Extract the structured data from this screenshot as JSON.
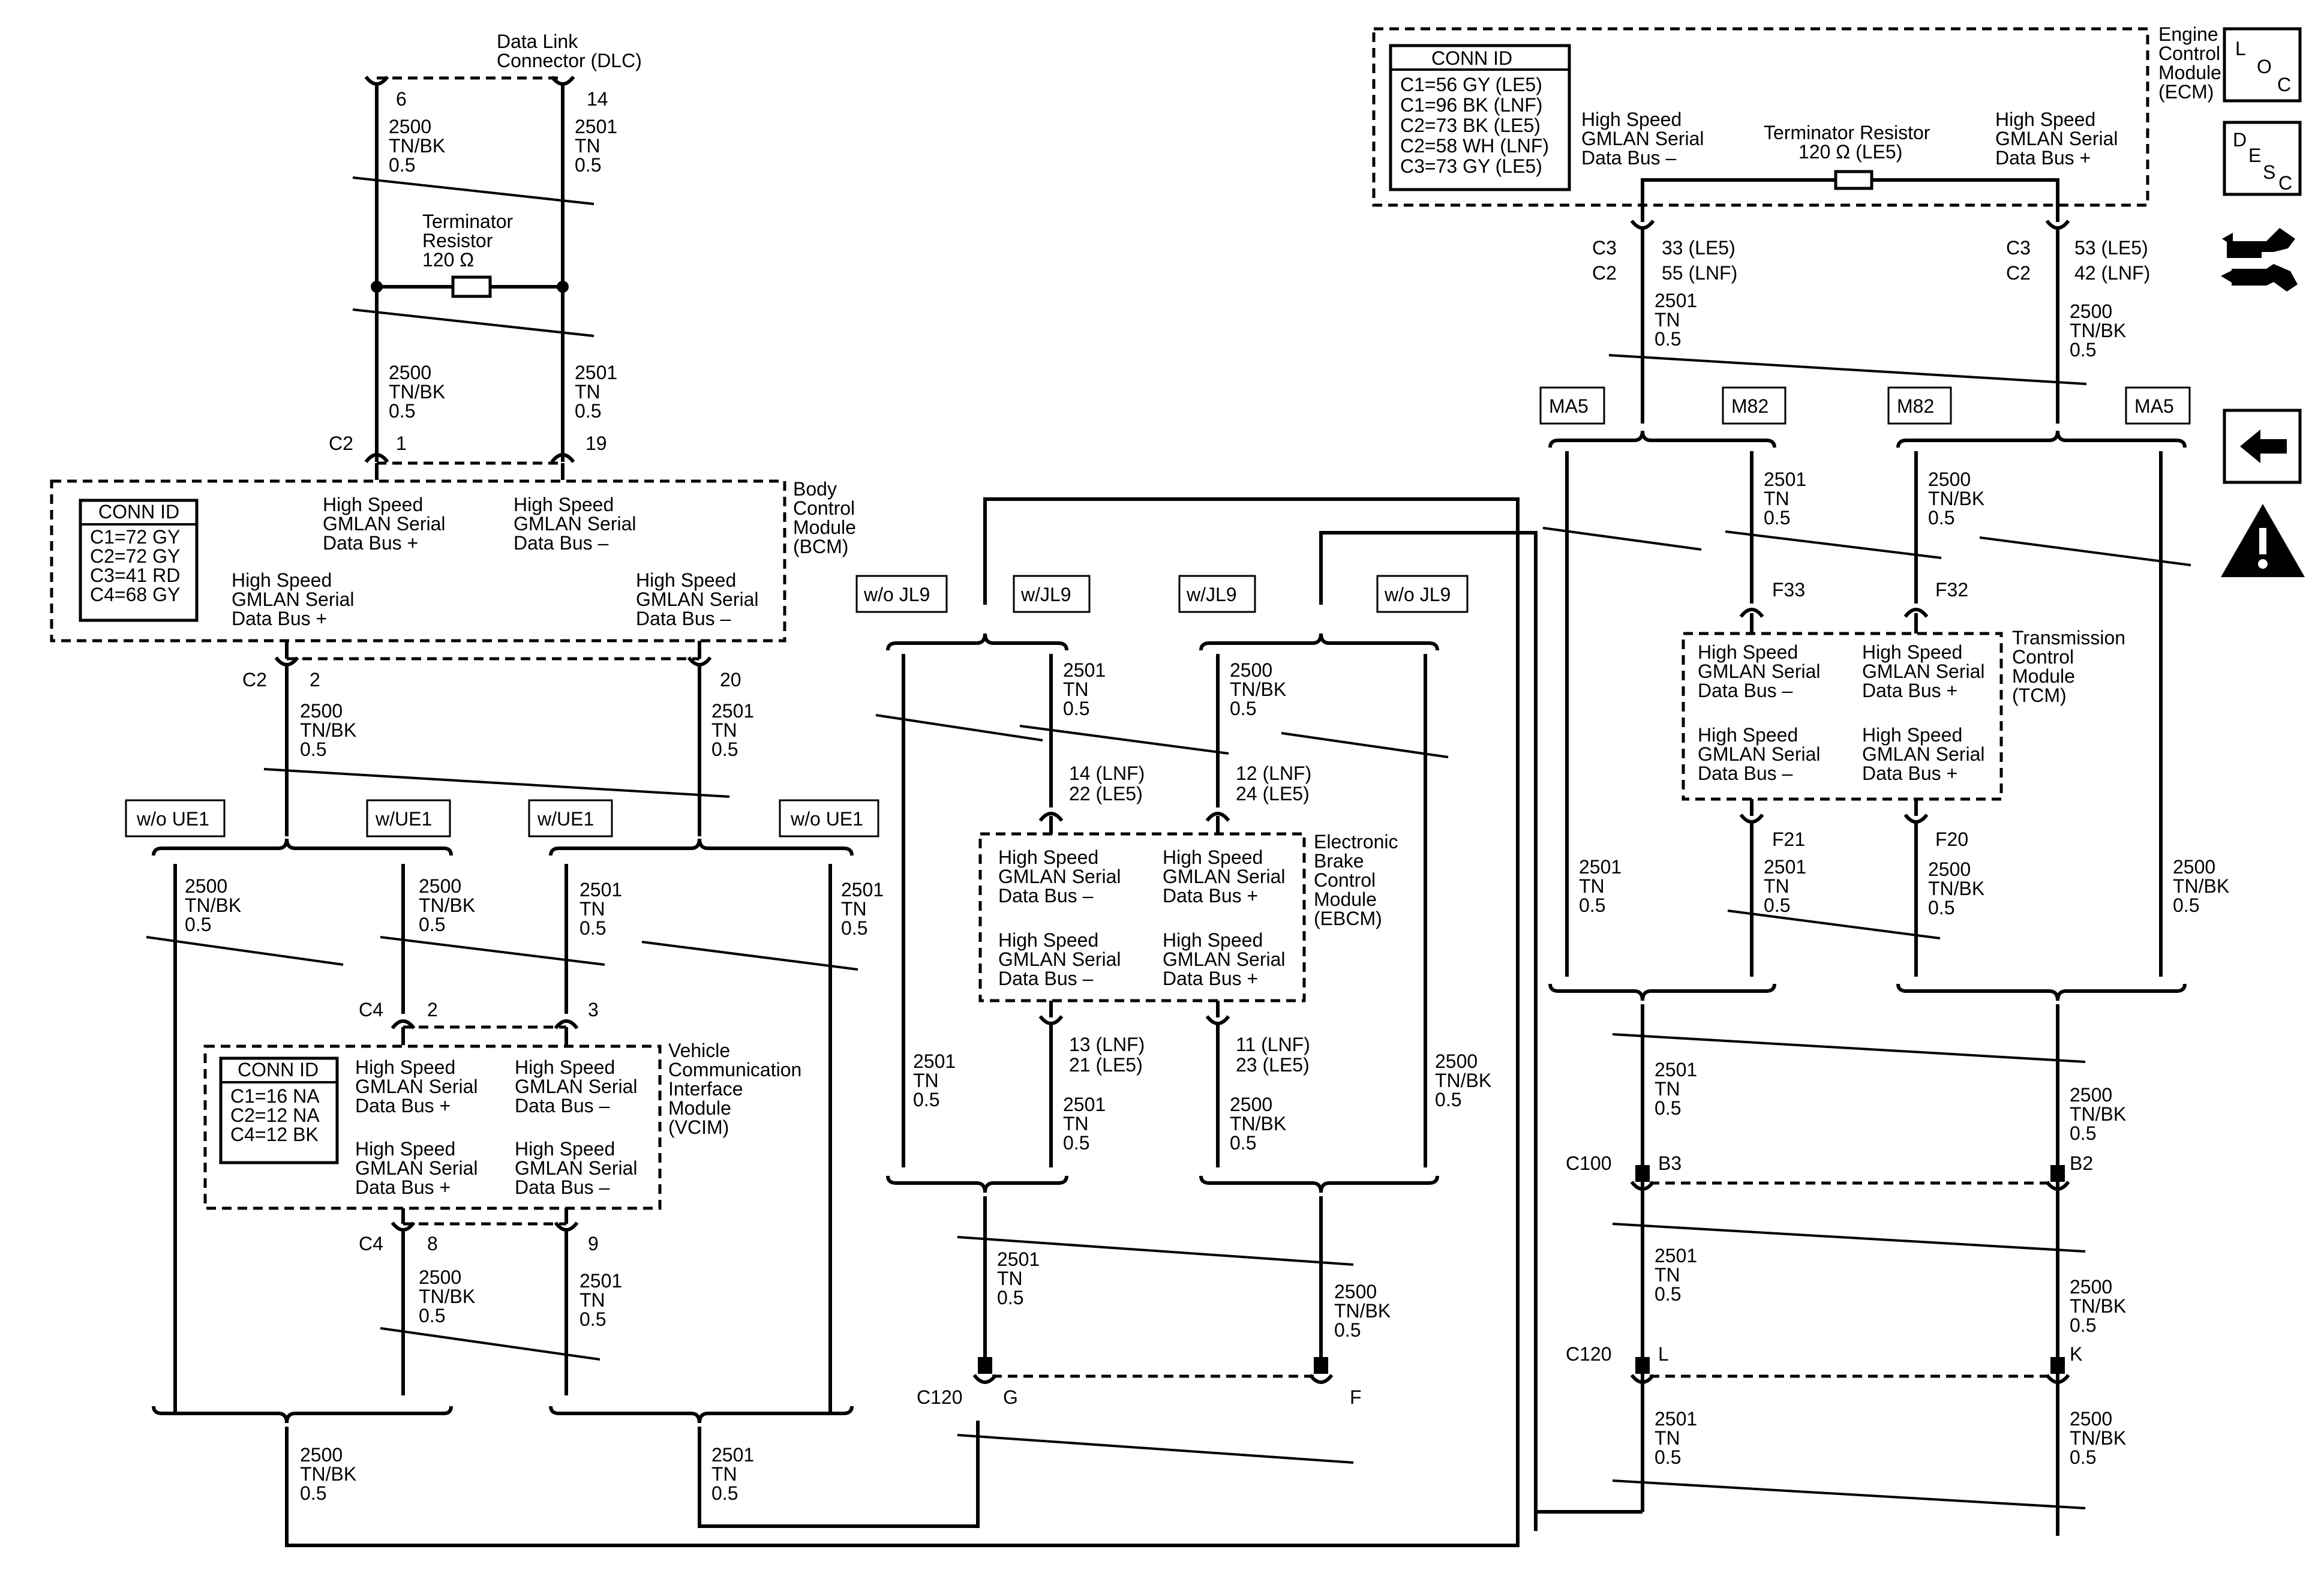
{
  "dlc": {
    "name": [
      "Data Link",
      "Connector (DLC)"
    ],
    "pin_a": "6",
    "pin_b": "14",
    "wire_a": [
      "2500",
      "TN/BK",
      "0.5"
    ],
    "wire_b": [
      "2501",
      "TN",
      "0.5"
    ]
  },
  "dlc_resistor": {
    "lines": [
      "Terminator",
      "Resistor",
      "120 Ω"
    ]
  },
  "bcm": {
    "name": [
      "Body",
      "Control",
      "Module",
      "(BCM)"
    ],
    "wire_a": [
      "2500",
      "TN/BK",
      "0.5"
    ],
    "wire_b": [
      "2501",
      "TN",
      "0.5"
    ],
    "conn_top": "C2",
    "pin_top_a": "1",
    "pin_top_b": "19",
    "conn_bot": "C2",
    "pin_bot_a": "2",
    "pin_bot_b": "20",
    "conn_id_title": "CONN ID",
    "conn_id": [
      "C1=72 GY",
      "C2=72 GY",
      "C3=41 RD",
      "C4=68 GY"
    ],
    "bus_top_plus": [
      "High Speed",
      "GMLAN Serial",
      "Data Bus +"
    ],
    "bus_top_minus": [
      "High Speed",
      "GMLAN Serial",
      "Data Bus –"
    ],
    "bus_bot_plus": [
      "High Speed",
      "GMLAN Serial",
      "Data Bus +"
    ],
    "bus_bot_minus": [
      "High Speed",
      "GMLAN Serial",
      "Data Bus –"
    ]
  },
  "bcm_out": {
    "wire_a": [
      "2500",
      "TN/BK",
      "0.5"
    ],
    "wire_b": [
      "2501",
      "TN",
      "0.5"
    ]
  },
  "ue1": {
    "options": [
      "w/o UE1",
      "w/UE1",
      "w/UE1",
      "w/o UE1"
    ],
    "wires": [
      [
        "2500",
        "TN/BK",
        "0.5"
      ],
      [
        "2500",
        "TN/BK",
        "0.5"
      ],
      [
        "2501",
        "TN",
        "0.5"
      ],
      [
        "2501",
        "TN",
        "0.5"
      ]
    ]
  },
  "vcim": {
    "name": [
      "Vehicle",
      "Communication",
      "Interface",
      "Module",
      "(VCIM)"
    ],
    "conn_top": "C4",
    "pin_top_a": "2",
    "pin_top_b": "3",
    "conn_bot": "C4",
    "pin_bot_a": "8",
    "pin_bot_b": "9",
    "conn_id_title": "CONN ID",
    "conn_id": [
      "C1=16 NA",
      "C2=12 NA",
      "C4=12 BK"
    ],
    "bus_top_plus": [
      "High Speed",
      "GMLAN Serial",
      "Data Bus +"
    ],
    "bus_top_minus": [
      "High Speed",
      "GMLAN Serial",
      "Data Bus –"
    ],
    "bus_bot_plus": [
      "High Speed",
      "GMLAN Serial",
      "Data Bus +"
    ],
    "bus_bot_minus": [
      "High Speed",
      "GMLAN Serial",
      "Data Bus –"
    ],
    "wire_a": [
      "2500",
      "TN/BK",
      "0.5"
    ],
    "wire_b": [
      "2501",
      "TN",
      "0.5"
    ]
  },
  "bottom_left": {
    "wire_a": [
      "2500",
      "TN/BK",
      "0.5"
    ],
    "wire_b": [
      "2501",
      "TN",
      "0.5"
    ]
  },
  "jl9": {
    "options": [
      "w/o JL9",
      "w/JL9",
      "w/JL9",
      "w/o JL9"
    ],
    "wire_a_in": [
      "2501",
      "TN",
      "0.5"
    ],
    "wire_b_in": [
      "2500",
      "TN/BK",
      "0.5"
    ],
    "wire_bypass_a": [
      "2501",
      "TN",
      "0.5"
    ],
    "wire_bypass_b": [
      "2500",
      "TN/BK",
      "0.5"
    ]
  },
  "ebcm": {
    "name": [
      "Electronic",
      "Brake",
      "Control",
      "Module",
      "(EBCM)"
    ],
    "pin_in_a": [
      "14 (LNF)",
      "22 (LE5)"
    ],
    "pin_in_b": [
      "12 (LNF)",
      "24 (LE5)"
    ],
    "pin_out_a": [
      "13 (LNF)",
      "21 (LE5)"
    ],
    "pin_out_b": [
      "11 (LNF)",
      "23 (LE5)"
    ],
    "bus_top_minus": [
      "High Speed",
      "GMLAN Serial",
      "Data Bus –"
    ],
    "bus_top_plus": [
      "High Speed",
      "GMLAN Serial",
      "Data Bus +"
    ],
    "bus_bot_minus": [
      "High Speed",
      "GMLAN Serial",
      "Data Bus –"
    ],
    "bus_bot_plus": [
      "High Speed",
      "GMLAN Serial",
      "Data Bus +"
    ],
    "wire_out_a": [
      "2501",
      "TN",
      "0.5"
    ],
    "wire_out_b": [
      "2500",
      "TN/BK",
      "0.5"
    ]
  },
  "c120_mid": {
    "wire_a": [
      "2501",
      "TN",
      "0.5"
    ],
    "wire_b": [
      "2500",
      "TN/BK",
      "0.5"
    ],
    "conn": "C120",
    "pin_a": "G",
    "pin_b": "F"
  },
  "ecm": {
    "name": [
      "Engine",
      "Control",
      "Module",
      "(ECM)"
    ],
    "conn_id_title": "CONN ID",
    "conn_id": [
      "C1=56 GY (LE5)",
      "C1=96 BK (LNF)",
      "C2=73 BK (LE5)",
      "C2=58 WH (LNF)",
      "C3=73 GY (LE5)"
    ],
    "bus_minus": [
      "High Speed",
      "GMLAN Serial",
      "Data Bus –"
    ],
    "bus_plus": [
      "High Speed",
      "GMLAN Serial",
      "Data Bus +"
    ],
    "resistor": [
      "Terminator Resistor",
      "120 Ω  (LE5)"
    ],
    "conn_a": [
      "C3",
      "C2"
    ],
    "pin_a": [
      "33 (LE5)",
      "55 (LNF)"
    ],
    "conn_b": [
      "C3",
      "C2"
    ],
    "pin_b": [
      "53 (LE5)",
      "42 (LNF)"
    ],
    "wire_a": [
      "2501",
      "TN",
      "0.5"
    ],
    "wire_b": [
      "2500",
      "TN/BK",
      "0.5"
    ]
  },
  "engine_opt": {
    "options": [
      "MA5",
      "M82",
      "M82",
      "MA5"
    ]
  },
  "tcm": {
    "name": [
      "Transmission",
      "Control",
      "Module",
      "(TCM)"
    ],
    "pin_in_a": "F33",
    "pin_in_b": "F32",
    "pin_out_a": "F21",
    "pin_out_b": "F20",
    "wire_in_a": [
      "2501",
      "TN",
      "0.5"
    ],
    "wire_in_b": [
      "2500",
      "TN/BK",
      "0.5"
    ],
    "bus_top_minus": [
      "High Speed",
      "GMLAN Serial",
      "Data Bus –"
    ],
    "bus_top_plus": [
      "High Speed",
      "GMLAN Serial",
      "Data Bus +"
    ],
    "bus_bot_minus": [
      "High Speed",
      "GMLAN Serial",
      "Data Bus –"
    ],
    "bus_bot_plus": [
      "High Speed",
      "GMLAN Serial",
      "Data Bus +"
    ],
    "wire_out_a": [
      "2501",
      "TN",
      "0.5"
    ],
    "wire_out_b": [
      "2500",
      "TN/BK",
      "0.5"
    ],
    "wire_bypass_a": [
      "2501",
      "TN",
      "0.5"
    ],
    "wire_bypass_b": [
      "2500",
      "TN/BK",
      "0.5"
    ]
  },
  "right_chain": {
    "w1_a": [
      "2501",
      "TN",
      "0.5"
    ],
    "w1_b": [
      "2500",
      "TN/BK",
      "0.5"
    ],
    "c100": "C100",
    "c100_a": "B3",
    "c100_b": "B2",
    "w2_a": [
      "2501",
      "TN",
      "0.5"
    ],
    "w2_b": [
      "2500",
      "TN/BK",
      "0.5"
    ],
    "c120": "C120",
    "c120_a": "L",
    "c120_b": "K",
    "w3_a": [
      "2501",
      "TN",
      "0.5"
    ],
    "w3_b": [
      "2500",
      "TN/BK",
      "0.5"
    ]
  },
  "nav": {
    "loc": [
      "L",
      "O",
      "C"
    ],
    "desc": [
      "D",
      "E",
      "S",
      "C"
    ]
  }
}
